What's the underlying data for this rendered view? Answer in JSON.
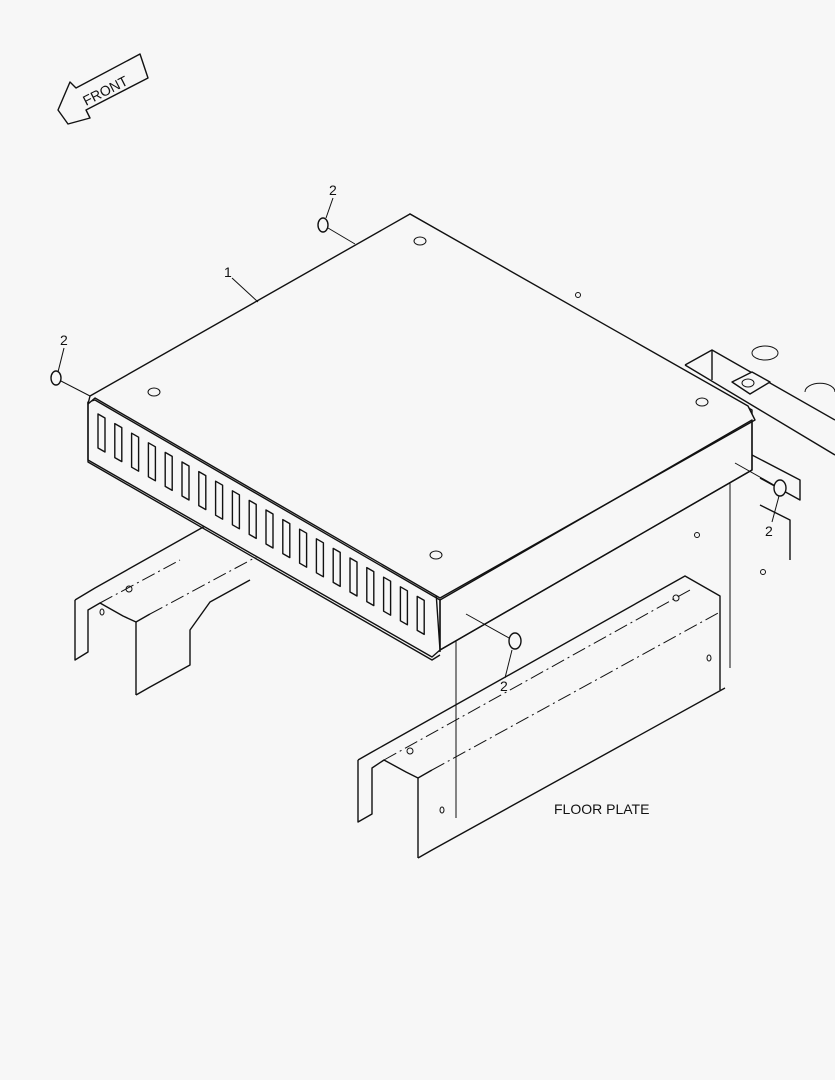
{
  "diagram": {
    "front_arrow": {
      "label": "FRONT",
      "icon": "front-arrow-icon"
    },
    "callouts": [
      {
        "number": "1",
        "part": "cover"
      },
      {
        "number": "2",
        "part": "screw"
      },
      {
        "number": "2",
        "part": "screw"
      },
      {
        "number": "2",
        "part": "screw"
      },
      {
        "number": "2",
        "part": "screw"
      }
    ],
    "floor_plate_label": "FLOOR PLATE",
    "colors": {
      "background": "#f7f7f7",
      "line": "#111111"
    }
  }
}
